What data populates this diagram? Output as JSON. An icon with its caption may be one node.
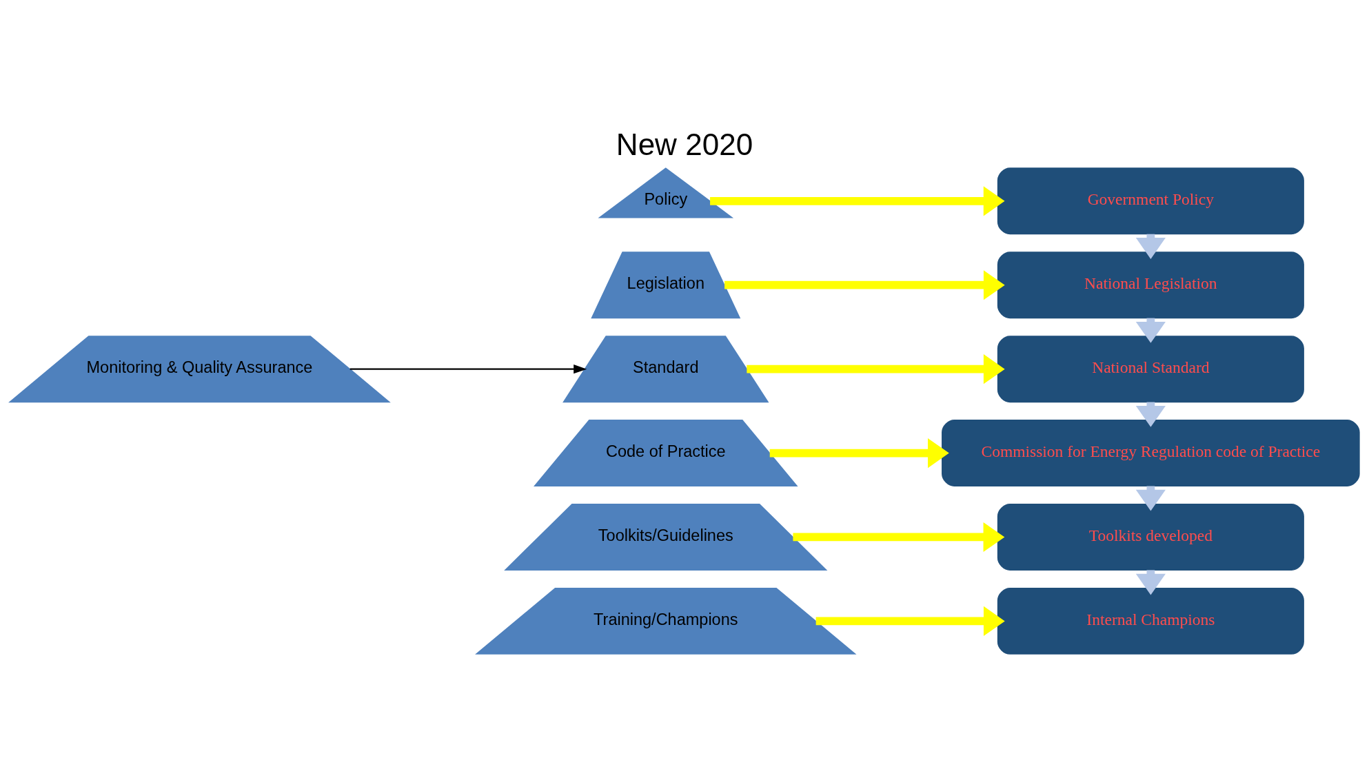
{
  "diagram": {
    "title": "New 2020",
    "nodes": [
      {
        "text": [
          "Monitoring & Quality Assurance"
        ]
      },
      {
        "text": [
          "Policy"
        ]
      },
      {
        "text": [
          "Legislation"
        ]
      },
      {
        "text": [
          "Standard"
        ]
      },
      {
        "text": [
          "Code of Practice"
        ]
      },
      {
        "text": [
          "Toolkits/Guidelines"
        ]
      },
      {
        "text": [
          "Training/Champions"
        ]
      },
      {
        "text": [
          "Government Policy"
        ]
      },
      {
        "text": [
          "National Legislation"
        ]
      },
      {
        "text": [
          "National Standard"
        ]
      },
      {
        "text": [
          "Commission for Energy Regulation code of Practice"
        ]
      },
      {
        "text": [
          "Toolkits developed"
        ]
      },
      {
        "text": [
          "Internal Champions"
        ]
      }
    ],
    "edges": [
      {
        "from": 0,
        "to": 3,
        "arrow": "to",
        "color": "#000000"
      },
      {
        "from": 1,
        "to": 7,
        "arrow": "to"
      },
      {
        "from": 2,
        "to": 8,
        "arrow": "to"
      },
      {
        "from": 3,
        "to": 9,
        "arrow": "to"
      },
      {
        "from": 4,
        "to": 10,
        "arrow": "to"
      },
      {
        "from": 5,
        "to": 11,
        "arrow": "to"
      },
      {
        "from": 6,
        "to": 12,
        "arrow": "to"
      },
      {
        "from": 7,
        "to": 8,
        "arrow": "to",
        "color": "#b4c7e7"
      },
      {
        "from": 8,
        "to": 9,
        "arrow": "to",
        "color": "#b4c7e7"
      },
      {
        "from": 9,
        "to": 10,
        "arrow": "to",
        "color": "#b4c7e7"
      },
      {
        "from": 10,
        "to": 11,
        "arrow": "to",
        "color": "#b4c7e7"
      },
      {
        "from": 11,
        "to": 12,
        "arrow": "to",
        "color": "#b4c7e7"
      }
    ]
  }
}
